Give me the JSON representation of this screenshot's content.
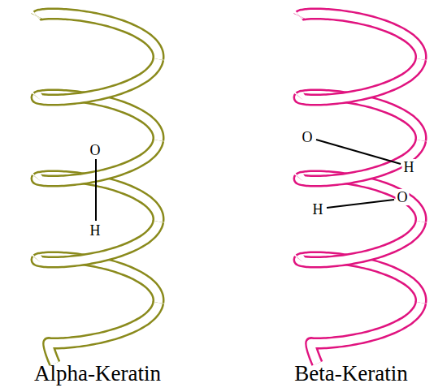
{
  "diagram": {
    "labels": [
      "O",
      "H",
      "Alpha-Keratin",
      "O",
      "H",
      "O",
      "H",
      "Beta-Keratin"
    ]
  }
}
